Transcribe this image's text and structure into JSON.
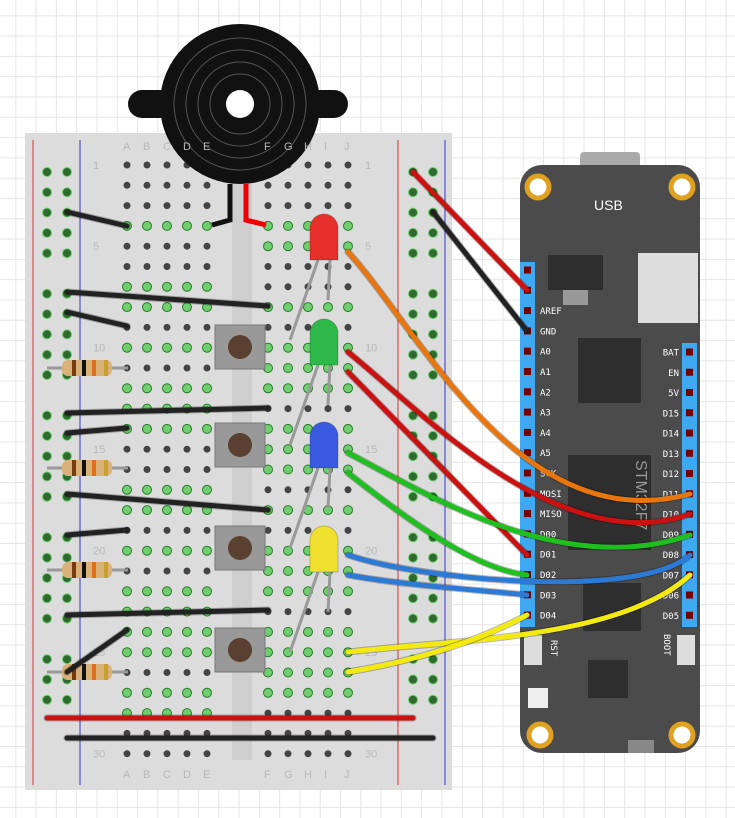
{
  "breadboard": {
    "columns_left": [
      "A",
      "B",
      "C",
      "D",
      "E"
    ],
    "columns_right": [
      "F",
      "G",
      "H",
      "I",
      "J"
    ],
    "row_labels": [
      "1",
      "5",
      "10",
      "15",
      "20",
      "25",
      "30"
    ]
  },
  "board": {
    "usb_label": "USB",
    "chip_label": "STM32F7",
    "reset_label": "RST",
    "boot_label": "BOOT",
    "left_pins": [
      "",
      "",
      "AREF",
      "GND",
      "A0",
      "A1",
      "A2",
      "A3",
      "A4",
      "A5",
      "SCK",
      "MOSI",
      "MISO",
      "D00",
      "D01",
      "D02",
      "D03",
      "D04"
    ],
    "right_pins": [
      "BAT",
      "EN",
      "5V",
      "D15",
      "D14",
      "D13",
      "D12",
      "D11",
      "D10",
      "D09",
      "D08",
      "D07",
      "D06",
      "D05"
    ]
  },
  "components": {
    "leds": [
      {
        "color": "#e8302a"
      },
      {
        "color": "#2fb84a"
      },
      {
        "color": "#3a5be0"
      },
      {
        "color": "#f0e030"
      }
    ],
    "wire_colors": {
      "red": "#cc1111",
      "black": "#222222",
      "orange": "#e8750e",
      "green": "#1fbf1f",
      "blue": "#2d7ad6",
      "yellow": "#f2ea10"
    }
  }
}
